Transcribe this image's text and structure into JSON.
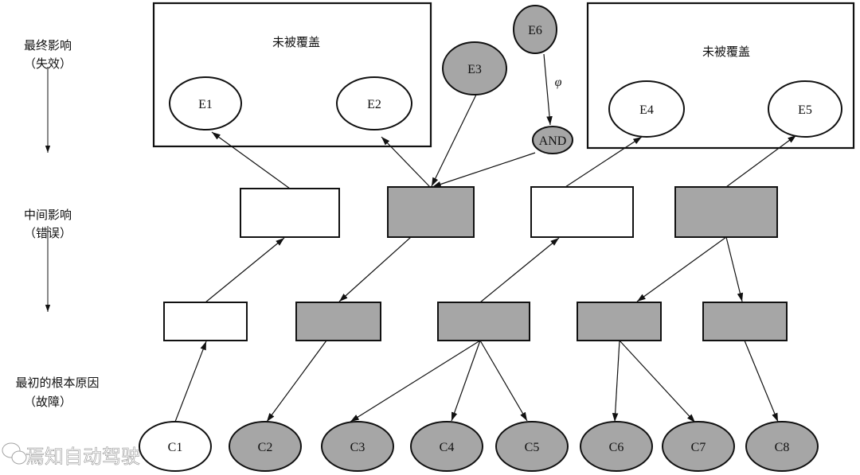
{
  "colors": {
    "gray_fill": "#a6a6a6",
    "white_fill": "#ffffff",
    "stroke": "#111111"
  },
  "levels": [
    {
      "title": "最终影响",
      "sub": "（失效）"
    },
    {
      "title": "中间影响",
      "sub": "（错误）"
    },
    {
      "title": "最初的根本原因",
      "sub": "（故障）"
    }
  ],
  "groups": [
    {
      "label": "未被覆盖"
    },
    {
      "label": "未被覆盖"
    }
  ],
  "effects": {
    "E1": "E1",
    "E2": "E2",
    "E3": "E3",
    "E4": "E4",
    "E5": "E5",
    "E6": "E6",
    "and_gate": "AND",
    "phi": "φ"
  },
  "causes": [
    "C1",
    "C2",
    "C3",
    "C4",
    "C5",
    "C6",
    "C7",
    "C8"
  ],
  "watermark": {
    "text": "焉知自动驾驶",
    "icon": "wechat-icon"
  }
}
